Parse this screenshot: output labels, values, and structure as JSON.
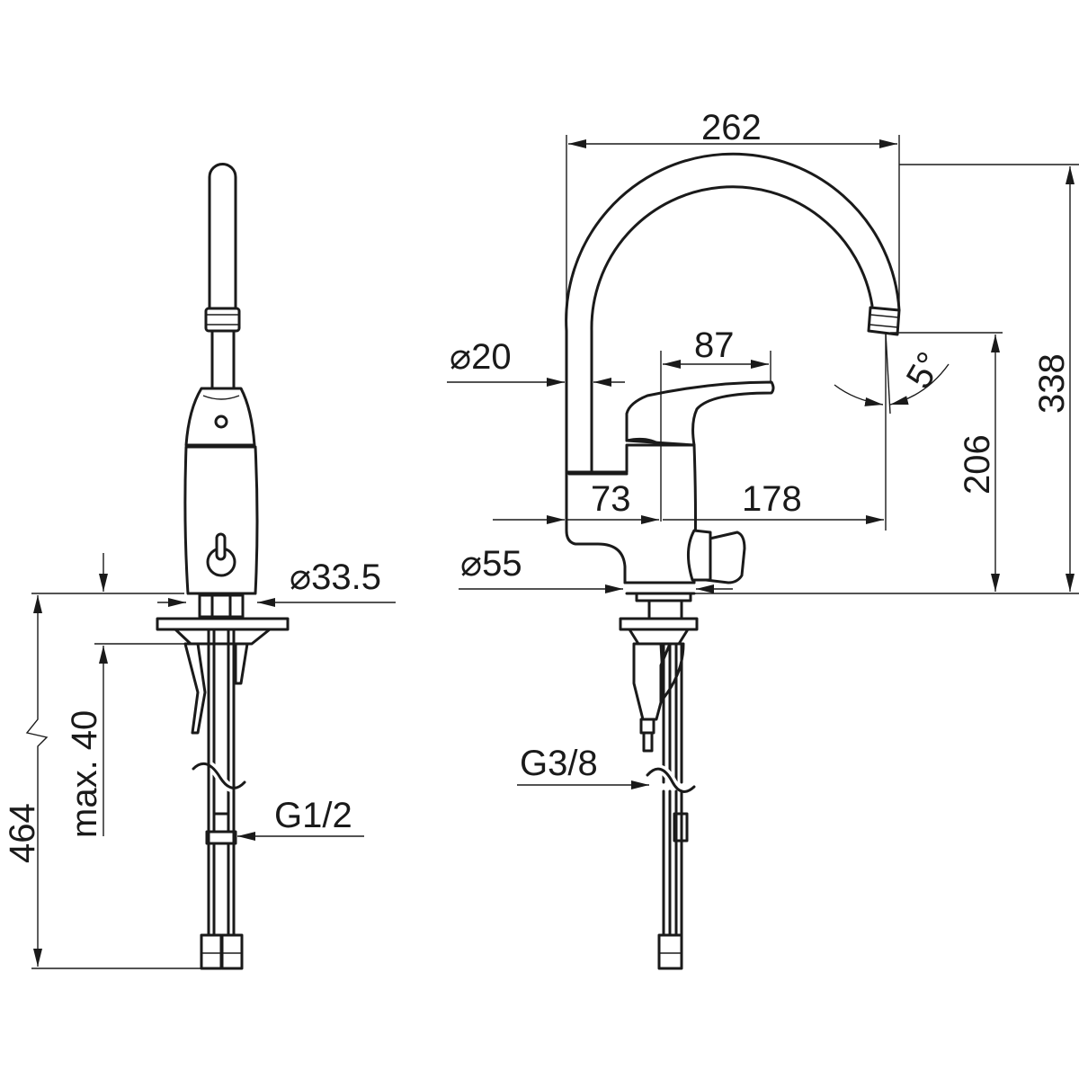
{
  "drawing": {
    "front_view": {
      "dim_total_height": "464",
      "dim_max_thickness": "max. 40",
      "dim_base_diameter": "⌀33.5",
      "thread_label": "G1/2"
    },
    "side_view": {
      "dim_reach": "262",
      "dim_height": "338",
      "dim_spout_height": "206",
      "dim_lever": "87",
      "dim_spout_diameter": "⌀20",
      "dim_body_offset": "73",
      "dim_outlet_distance": "178",
      "dim_body_diameter": "⌀55",
      "dim_angle": "5°",
      "thread_label": "G3/8"
    }
  }
}
